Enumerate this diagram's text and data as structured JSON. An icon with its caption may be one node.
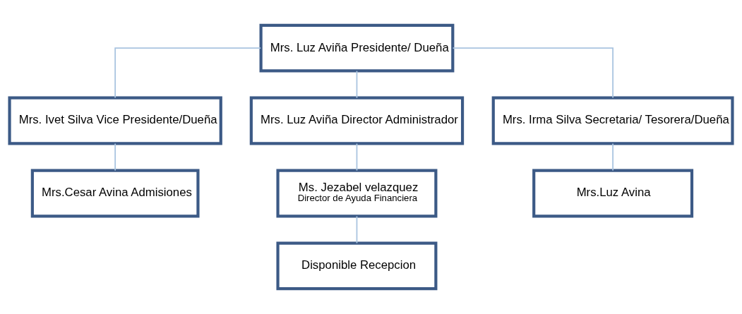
{
  "diagram": {
    "nodes": [
      {
        "text": [
          "Mrs. Luz Aviña Presidente/ Dueña"
        ]
      },
      {
        "text": [
          "Mrs. Ivet Silva Vice Presidente/Dueña"
        ]
      },
      {
        "text": [
          "Mrs. Luz Aviña Director Administrador"
        ]
      },
      {
        "text": [
          "Mrs. Irma Silva Secretaria/ Tesorera/Dueña"
        ]
      },
      {
        "text": [
          "Mrs.Cesar Avina Admisiones"
        ]
      },
      {
        "text": [
          "Ms. Jezabel velazquez",
          "Director de Ayuda Financiera"
        ]
      },
      {
        "text": [
          "Mrs.Luz Avina"
        ]
      },
      {
        "text": [
          "Disponible Recepcion"
        ]
      }
    ],
    "edges": [
      {
        "from": 0,
        "to": 1,
        "arrow": "none"
      },
      {
        "from": 0,
        "to": 2,
        "arrow": "none"
      },
      {
        "from": 0,
        "to": 3,
        "arrow": "none"
      },
      {
        "from": 1,
        "to": 4,
        "arrow": "none"
      },
      {
        "from": 2,
        "to": 5,
        "arrow": "none"
      },
      {
        "from": 3,
        "to": 6,
        "arrow": "none"
      },
      {
        "from": 5,
        "to": 7,
        "arrow": "none"
      }
    ]
  }
}
